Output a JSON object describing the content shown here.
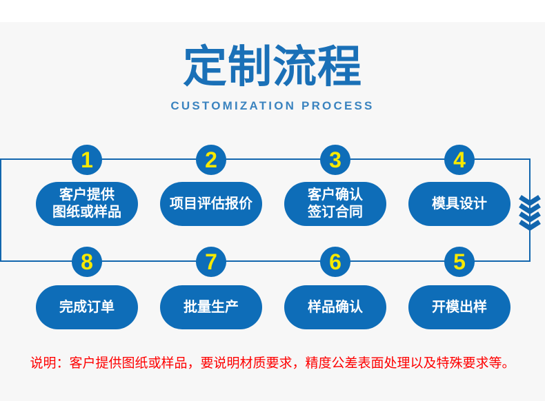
{
  "header": {
    "title": "定制流程",
    "subtitle": "CUSTOMIZATION PROCESS"
  },
  "steps": [
    {
      "num": "1",
      "label": "客户提供\n图纸或样品"
    },
    {
      "num": "2",
      "label": "项目评估报价"
    },
    {
      "num": "3",
      "label": "客户确认\n签订合同"
    },
    {
      "num": "4",
      "label": "模具设计"
    },
    {
      "num": "5",
      "label": "开模出样"
    },
    {
      "num": "6",
      "label": "样品确认"
    },
    {
      "num": "7",
      "label": "批量生产"
    },
    {
      "num": "8",
      "label": "完成订单"
    }
  ],
  "note": {
    "text": "说明：客户提供图纸或样品，要说明材质要求，精度公差表面处理以及特殊要求等。"
  },
  "icons": {
    "flow_direction": "chevrons-down-icon"
  },
  "colors": {
    "primary_blue": "#0e6db8",
    "line_blue": "#1266ae",
    "number_yellow": "#f7e900",
    "title_blue": "#1a70b7",
    "subtitle_blue": "#3a83bf",
    "note_red": "#fe0000",
    "background": "#f7f7f7",
    "top_band": "#ffffff",
    "pill_text": "#ffffff"
  }
}
